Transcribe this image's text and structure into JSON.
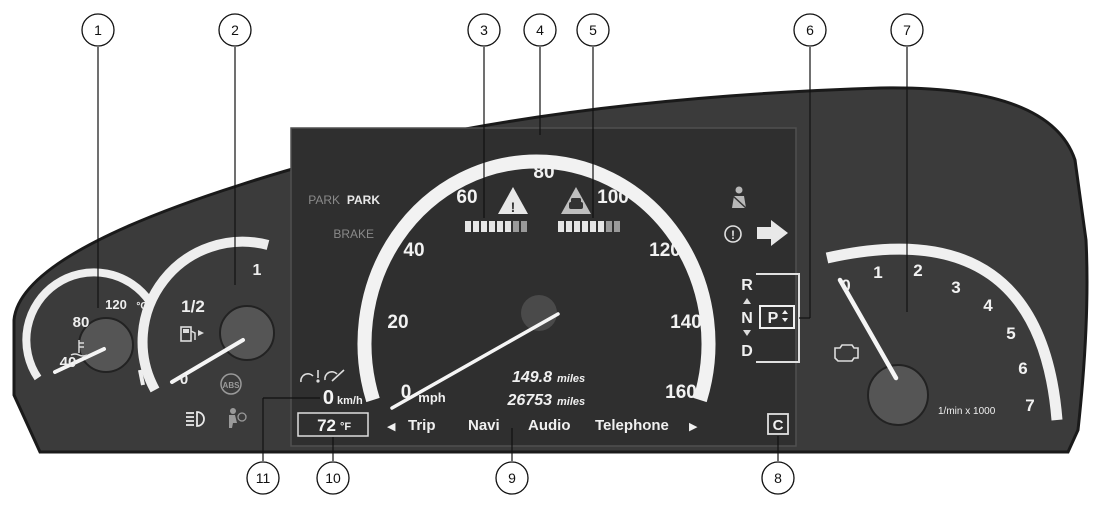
{
  "callouts": [
    "1",
    "2",
    "3",
    "4",
    "5",
    "6",
    "7",
    "8",
    "9",
    "10",
    "11"
  ],
  "coolant": {
    "labels": [
      "40",
      "80",
      "120"
    ],
    "unit": "°C"
  },
  "fuel": {
    "labels": [
      "0",
      "1/2",
      "1"
    ]
  },
  "park_brake": {
    "park_grey": "PARK",
    "park_white": "PARK",
    "brake": "BRAKE"
  },
  "speedometer": {
    "labels": [
      "0",
      "20",
      "40",
      "60",
      "80",
      "100",
      "120",
      "140",
      "160"
    ],
    "unit": "mph",
    "current_speed": 0
  },
  "odometer": {
    "trip": "149.8",
    "trip_unit": "miles",
    "total": "26753",
    "total_unit": "miles"
  },
  "speed_readout": {
    "value": "0",
    "unit": "km/h"
  },
  "temperature": {
    "value": "72",
    "unit": "°F"
  },
  "menu": {
    "left_arrow": "◀",
    "items": [
      "Trip",
      "Navi",
      "Audio",
      "Telephone"
    ],
    "right_arrow": "▶"
  },
  "gear": {
    "r": "R",
    "n": "N",
    "d": "D",
    "selected": "P"
  },
  "tachometer": {
    "labels": [
      "0",
      "1",
      "2",
      "3",
      "4",
      "5",
      "6",
      "7"
    ],
    "unit": "1/min x 1000"
  },
  "c_button": "C",
  "abs": "ABS",
  "colors": {
    "panel": "#3b3b3b",
    "panel_edge": "#1a1a1a",
    "display": "#2e2e2e",
    "gauge_white": "#f0f0f0",
    "dim": "#9a9a9a"
  }
}
